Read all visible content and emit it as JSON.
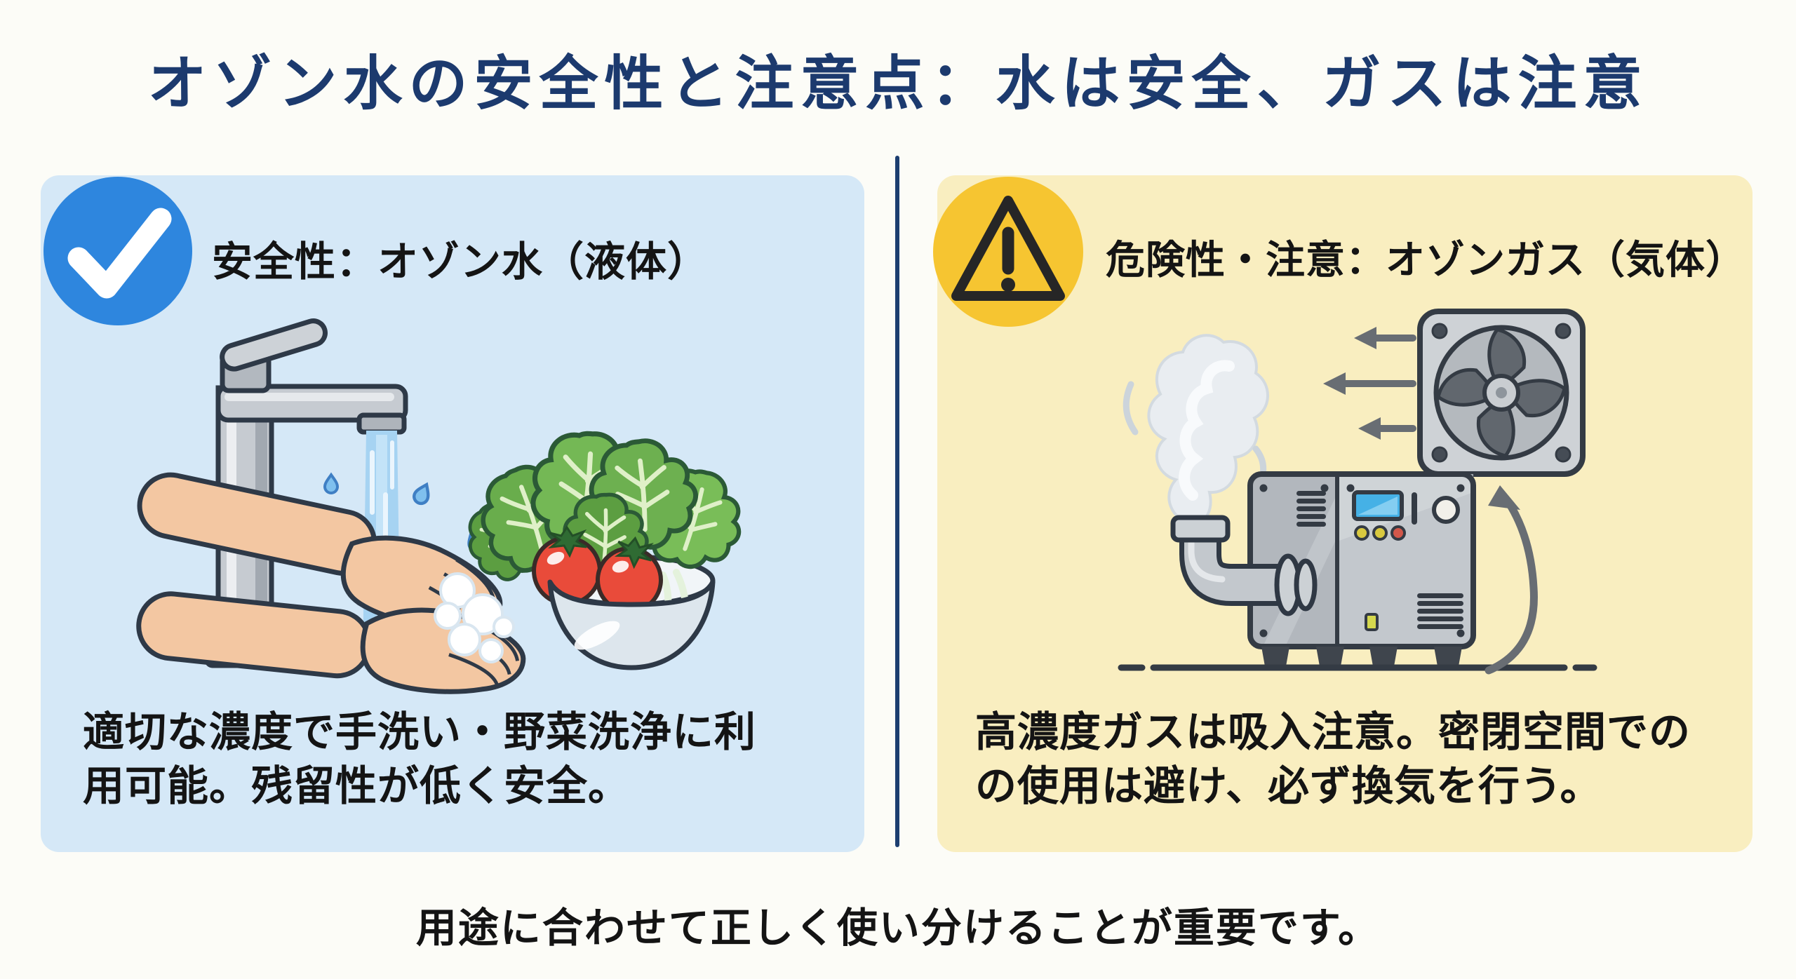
{
  "title": "オゾン水の安全性と注意点：水は安全、ガスは注意",
  "panels": {
    "left": {
      "header": "安全性：オゾン水（液体）",
      "icon": "check-circle-icon",
      "illustration": "handwashing-under-faucet-and-vegetable-bowl",
      "body_lines": [
        "適切な濃度で手洗い・野菜洗浄に利",
        "用可能。残留性が低く安全。"
      ]
    },
    "right": {
      "header": "危険性・注意：オゾンガス（気体）",
      "icon": "warning-triangle-icon",
      "illustration": "ozone-generator-smoke-and-ventilation-fan",
      "body_lines": [
        "高濃度ガスは吸入注意。密閉空間での",
        "の使用は避け、必ず換気を行う。"
      ]
    }
  },
  "footer": "用途に合わせて正しく使い分けることが重要です。",
  "colors": {
    "page_bg": "#fcfcf7",
    "title_text": "#1c3a6e",
    "divider": "#1c3e70",
    "panel_left_bg": "#d5e8f7",
    "panel_right_bg": "#f9eec0",
    "badge_check_bg": "#2e86de",
    "badge_warning_bg": "#f6c531",
    "body_text": "#141414"
  }
}
